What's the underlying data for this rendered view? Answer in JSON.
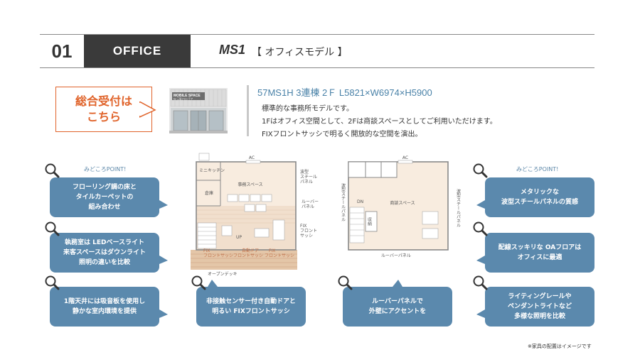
{
  "header": {
    "number": "01",
    "category": "OFFICE",
    "model": "MS1",
    "subtitle": "【 オフィスモデル 】"
  },
  "reception": {
    "line1": "総合受付は",
    "line2": "こちら"
  },
  "building_sign": {
    "line1": "MOBILE SPACE",
    "line2": "by 三協フロンテア"
  },
  "spec": {
    "title": "57MS1H 3連棟 2Ｆ L5821×W6974×H5900",
    "lines": [
      "標準的な事務所モデルです。",
      "1Fはオフィス空間として、2Fは商談スペースとしてご利用いただけます。",
      "FIXフロントサッシで明るく開放的な空間を演出。"
    ]
  },
  "points_header_left": "みどころPOINT!",
  "points_header_right": "みどころPOINT!",
  "points": [
    "フローリング調の床と\nタイルカーペットの\n組み合わせ",
    "執務室は LEDベースライト\n来客スペースはダウンライト\n照明の違いを比較",
    "1階天井には吸音板を使用し\n静かな室内環境を提供",
    "非接触センサー付き自動ドアと\n明るい FIXフロントサッシ",
    "ルーバーパネルで\n外壁にアクセントを",
    "メタリックな\n波型スチールパネルの質感",
    "配線スッキリな OAフロアは\nオフィスに最適",
    "ライティングレールや\nペンダントライトなど\n多様な照明を比較"
  ],
  "plan1": {
    "ac": "AC",
    "kitchen": "ミニキッチン",
    "storage": "倉庫",
    "office": "事務スペース",
    "wave1": "波型",
    "wave2": "スチール",
    "wave3": "パネル",
    "louver1": "ルーバー",
    "louver2": "パネル",
    "fix1": "FIX",
    "fix2": "フロント",
    "fix3": "サッシ",
    "up": "UP",
    "fix_a1": "FIX",
    "fix_a2": "フロントサッシ",
    "door1": "自動ドア",
    "door2": "フロントサッシ",
    "fix_b1": "FIX",
    "fix_b2": "フロントサッシ",
    "deck": "オープンデッキ"
  },
  "plan2": {
    "ac": "AC",
    "meeting": "商談スペース",
    "dn": "DN",
    "storage": "収納",
    "wave_left": "波型スチールパネル",
    "wave_right": "波型スチールパネル",
    "louver": "ルーバーパネル"
  },
  "footnote": "※家具の配置はイメージです",
  "colors": {
    "bubble": "#5b89ad",
    "accent_orange": "#e0632a",
    "header_dark": "#3a3a3a",
    "spec_blue": "#4a82a8"
  }
}
